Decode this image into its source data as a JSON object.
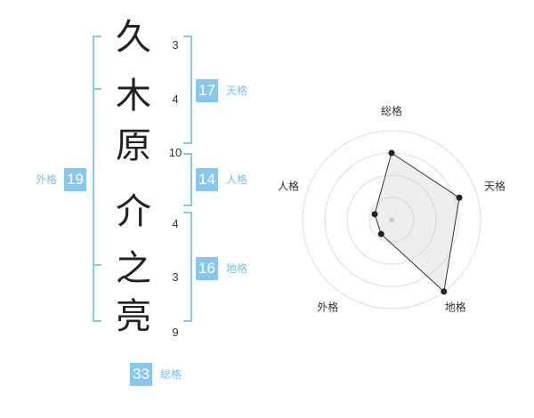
{
  "name": {
    "characters": [
      {
        "char": "久",
        "strokes": "3"
      },
      {
        "char": "木",
        "strokes": "4"
      },
      {
        "char": "原",
        "strokes": "10"
      },
      {
        "char": "介",
        "strokes": "4"
      },
      {
        "char": "之",
        "strokes": "3"
      },
      {
        "char": "亮",
        "strokes": "9"
      }
    ]
  },
  "fortunes": {
    "tenkaku": {
      "value": "17",
      "label": "天格"
    },
    "jinkaku": {
      "value": "14",
      "label": "人格"
    },
    "chikaku": {
      "value": "16",
      "label": "地格"
    },
    "gaikaku": {
      "value": "19",
      "label": "外格"
    },
    "soukaku": {
      "value": "33",
      "label": "総格"
    }
  },
  "colors": {
    "accent": "#88c8ee",
    "label": "#7cbfe8"
  },
  "chart_data": {
    "type": "radar",
    "axes": [
      "総格",
      "天格",
      "地格",
      "外格",
      "人格"
    ],
    "values": [
      0.75,
      0.8,
      1.0,
      0.2,
      0.2
    ],
    "rings": 4
  }
}
